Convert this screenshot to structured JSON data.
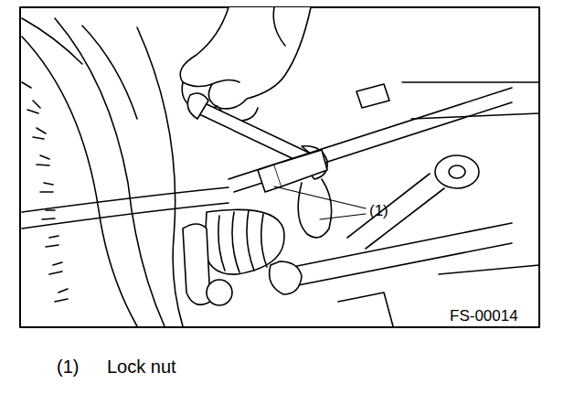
{
  "diagram": {
    "labels": [
      "(1)",
      "FS-00014",
      "(1)",
      "Lock nut"
    ]
  }
}
